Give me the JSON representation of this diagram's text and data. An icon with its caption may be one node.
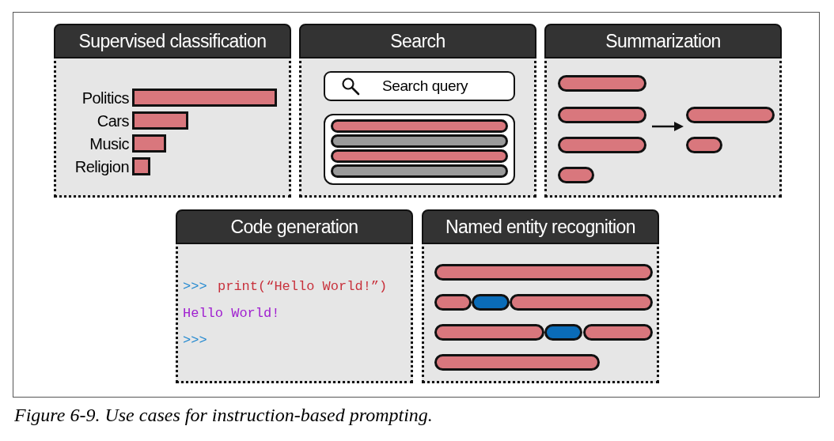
{
  "diagram": {
    "caption": "Figure 6-9. Use cases for instruction-based prompting.",
    "nodes": [
      {
        "text": [
          "Supervised classification"
        ]
      },
      {
        "text": [
          "Search"
        ]
      },
      {
        "text": [
          "Summarization"
        ]
      },
      {
        "text": [
          "Code generation"
        ]
      },
      {
        "text": [
          "Named entity recognition"
        ]
      }
    ],
    "edges": [],
    "labels": [
      "Politics",
      "Cars",
      "Music",
      "Religion",
      "Search query",
      ">>>",
      "print(“Hello World!”)",
      "Hello World!",
      ">>>"
    ]
  }
}
